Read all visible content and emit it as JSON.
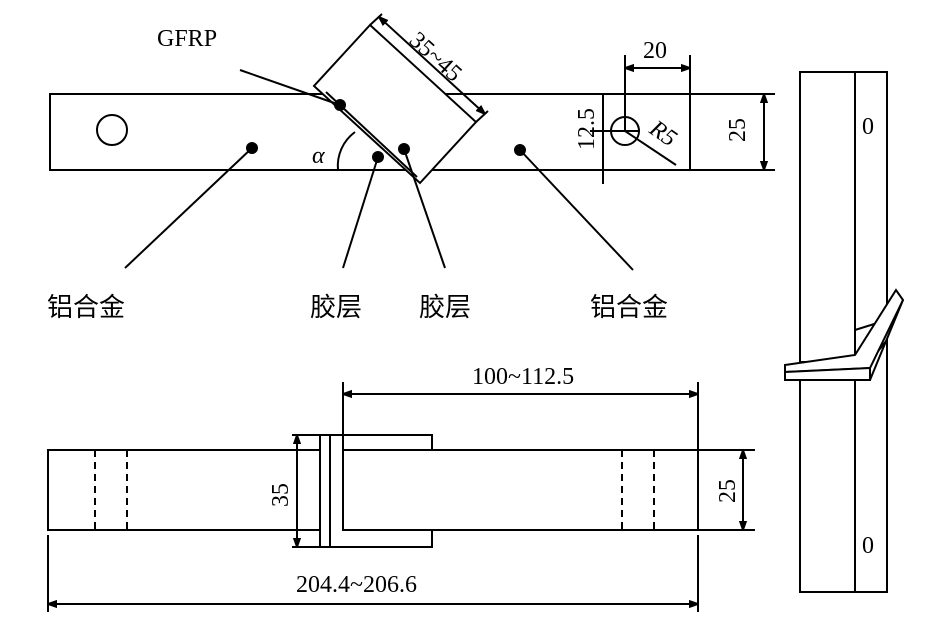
{
  "top_view": {
    "gfrp_label": "GFRP",
    "left_material": "铝合金",
    "right_material": "铝合金",
    "adhesive_left": "胶层",
    "adhesive_right": "胶层",
    "angle_symbol": "α",
    "patch_length": "35~45",
    "hole_offset": "20",
    "hole_height": "12.5",
    "hole_radius": "R5",
    "width": "25"
  },
  "bottom_view": {
    "overlap_length": "100~112.5",
    "patch_width": "35",
    "width": "25",
    "total_length": "204.4~206.6"
  },
  "side_view": {
    "top_marker": "0",
    "bottom_marker": "0"
  }
}
